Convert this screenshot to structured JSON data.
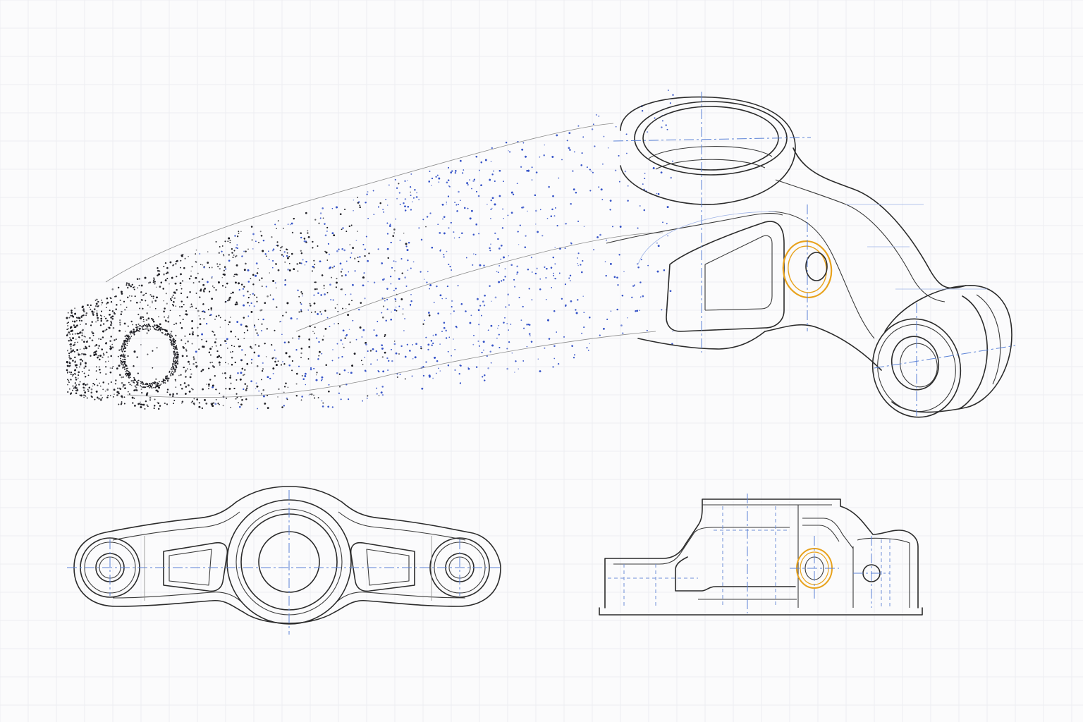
{
  "drawing": {
    "colors": {
      "background": "#fbfbfc",
      "outline": "#2b2b2b",
      "centerline": "#5b82d6",
      "hidden_line": "#6f8fd8",
      "point_cloud_dark": "#1e1e24",
      "point_cloud_blue": "#3452c7",
      "highlight": "#e8a21c"
    },
    "views": [
      {
        "name": "isometric-view",
        "style": "point cloud transitioning to line drawing"
      },
      {
        "name": "top-view",
        "style": "orthographic line drawing"
      },
      {
        "name": "side-view",
        "style": "orthographic line drawing"
      }
    ],
    "highlighted_feature": "side bore"
  }
}
